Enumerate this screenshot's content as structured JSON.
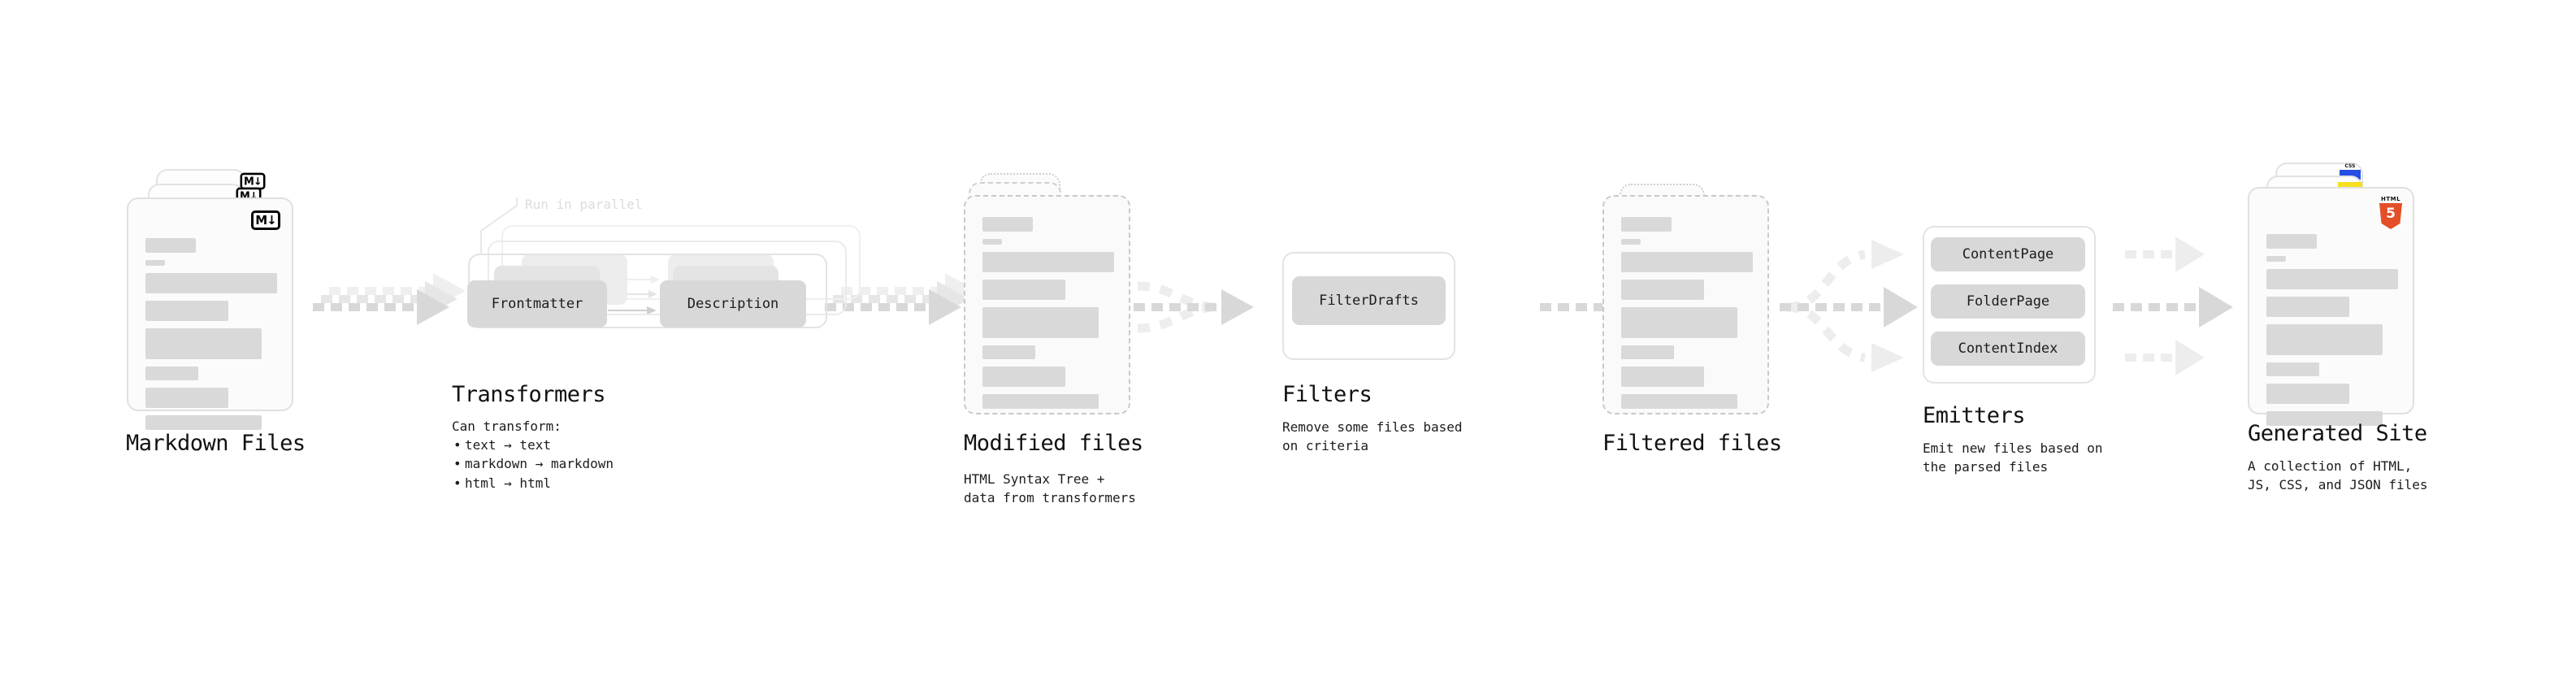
{
  "diagram": {
    "title": "Quartz content pipeline",
    "background": "#ffffff",
    "accent_colors": {
      "bar_fill": "#d9d9d9",
      "pill_fill": "#d8d8d8",
      "card_border": "#e0e0e0",
      "arrow_fill": "#d8d8d8",
      "html5_orange": "#e34f26",
      "js_yellow": "#f7df1e",
      "css_blue": "#264de4",
      "text": "#111111",
      "muted_text": "#dcdcdc"
    }
  },
  "stages": [
    {
      "id": "markdown-files",
      "title": "Markdown Files",
      "subtitle": "",
      "subtitle_lines": [],
      "kind": "file-stack",
      "badge": "markdown-badge",
      "badge_text": "M↓"
    },
    {
      "id": "transformers",
      "title": "Transformers",
      "subtitle": "Can transform:",
      "subtitle_lines": [
        "Can transform:"
      ],
      "bullets": [
        "text → text",
        "markdown → markdown",
        "html → html"
      ],
      "kind": "group-box",
      "annotation": "Run in parallel",
      "pills": [
        "Frontmatter",
        "Description"
      ]
    },
    {
      "id": "modified-files",
      "title": "Modified files",
      "subtitle_lines": [
        "HTML Syntax Tree +",
        "data from transformers"
      ],
      "kind": "file-stack-dashed"
    },
    {
      "id": "filters",
      "title": "Filters",
      "subtitle_lines": [
        "Remove some files based",
        "on criteria"
      ],
      "kind": "group-box",
      "pills": [
        "FilterDrafts"
      ]
    },
    {
      "id": "filtered-files",
      "title": "Filtered files",
      "subtitle_lines": [],
      "kind": "file-stack-dashed"
    },
    {
      "id": "emitters",
      "title": "Emitters",
      "subtitle_lines": [
        "Emit new files based on",
        "the parsed files"
      ],
      "kind": "group-box",
      "pills": [
        "ContentPage",
        "FolderPage",
        "ContentIndex"
      ]
    },
    {
      "id": "generated-site",
      "title": "Generated Site",
      "subtitle_lines": [
        "A collection of HTML,",
        "JS, CSS, and JSON files"
      ],
      "kind": "file-stack",
      "badges": [
        "html5-badge",
        "js-badge",
        "css-badge"
      ],
      "badge_texts": {
        "html5_cap": "HTML",
        "html5_num": "5",
        "css_word": "CSS"
      }
    }
  ],
  "labels": {
    "markdown_files": "Markdown Files",
    "transformers": "Transformers",
    "transformers_sub": "Can transform:",
    "transformers_b1": "text → text",
    "transformers_b2": "markdown → markdown",
    "transformers_b3": "html → html",
    "run_in_parallel": "Run in parallel",
    "pill_frontmatter": "Frontmatter",
    "pill_description": "Description",
    "modified_files": "Modified files",
    "modified_sub1": "HTML Syntax Tree +",
    "modified_sub2": "data from transformers",
    "filters": "Filters",
    "filters_sub1": "Remove some files based",
    "filters_sub2": "on criteria",
    "pill_filterdrafts": "FilterDrafts",
    "filtered_files": "Filtered files",
    "emitters": "Emitters",
    "emitters_sub1": "Emit new files based on",
    "emitters_sub2": "the parsed files",
    "pill_contentpage": "ContentPage",
    "pill_folderpage": "FolderPage",
    "pill_contentindex": "ContentIndex",
    "generated_site": "Generated Site",
    "generated_sub1": "A collection of HTML,",
    "generated_sub2": "JS, CSS, and JSON files",
    "md_badge": "M↓",
    "html5_cap": "HTML",
    "html5_num": "5",
    "css_word": "CSS"
  }
}
